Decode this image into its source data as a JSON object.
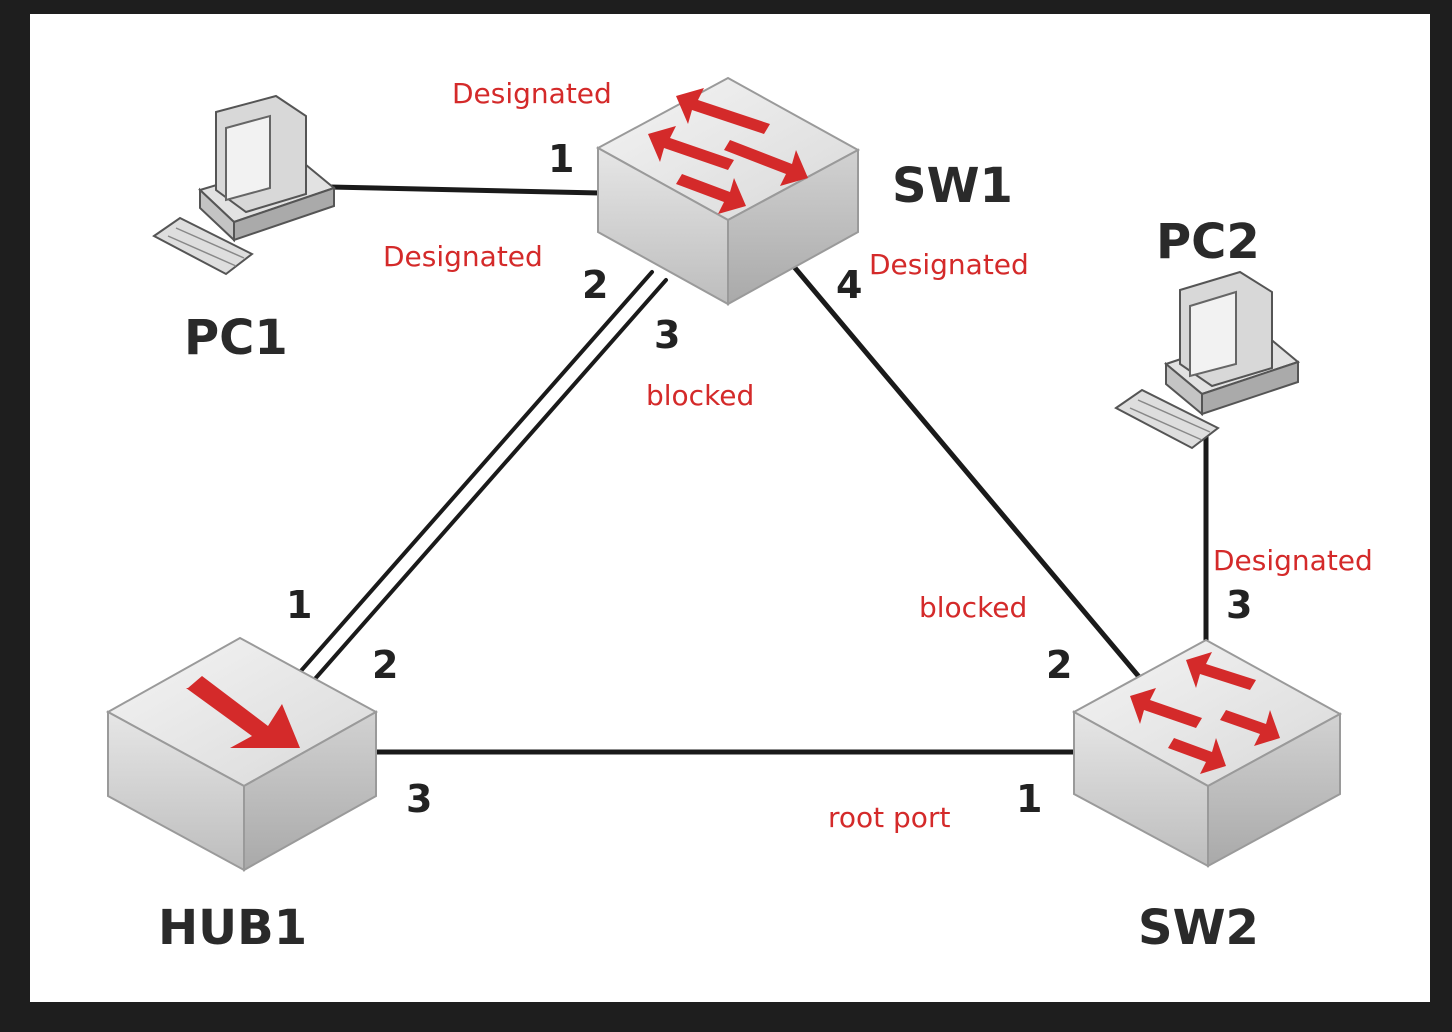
{
  "devices": {
    "sw1": "SW1",
    "sw2": "SW2",
    "hub1": "HUB1",
    "pc1": "PC1",
    "pc2": "PC2"
  },
  "ports": {
    "sw1_p1": "1",
    "sw1_p2": "2",
    "sw1_p3": "3",
    "sw1_p4": "4",
    "hub1_p1": "1",
    "hub1_p2": "2",
    "hub1_p3": "3",
    "sw2_p1": "1",
    "sw2_p2": "2",
    "sw2_p3": "3"
  },
  "states": {
    "sw1_p1": "Designated",
    "sw1_p2": "Designated",
    "sw1_p3": "blocked",
    "sw1_p4": "Designated",
    "sw2_p2": "blocked",
    "sw2_p3": "Designated",
    "sw2_p1": "root port"
  },
  "colors": {
    "state_text": "#d42a2a",
    "arrow": "#d42a2a",
    "link": "#1a1a1a"
  }
}
